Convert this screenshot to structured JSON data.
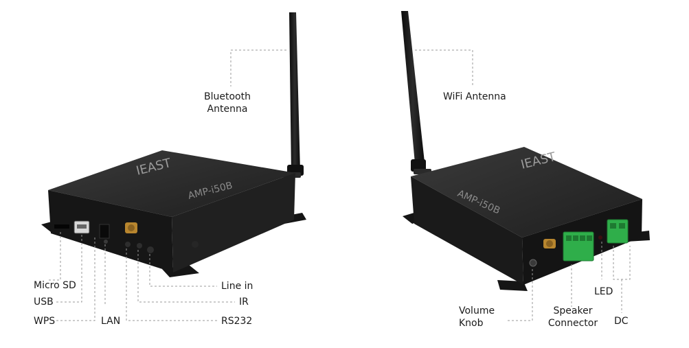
{
  "device_left": {
    "brand": "IEAST",
    "model": "AMP-i50B",
    "labels": {
      "bluetooth_antenna_line1": "Bluetooth",
      "bluetooth_antenna_line2": "Antenna",
      "micro_sd": "Micro SD",
      "usb": "USB",
      "wps": "WPS",
      "lan": "LAN",
      "line_in": "Line in",
      "ir": "IR",
      "rs232": "RS232"
    }
  },
  "device_right": {
    "brand": "IEAST",
    "model": "AMP-i50B",
    "labels": {
      "wifi_antenna": "WiFi Antenna",
      "volume_knob_line1": "Volume",
      "volume_knob_line2": "Knob",
      "speaker_connector_line1": "Speaker",
      "speaker_connector_line2": "Connector",
      "led": "LED",
      "dc": "DC"
    }
  },
  "colors": {
    "device_body": "#1c1c1c",
    "device_top": "#2a2a2a",
    "antenna": "#121212",
    "terminal_green": "#2fae4a",
    "sma_gold": "#b8862e",
    "leader_line": "#9a9a9a"
  }
}
